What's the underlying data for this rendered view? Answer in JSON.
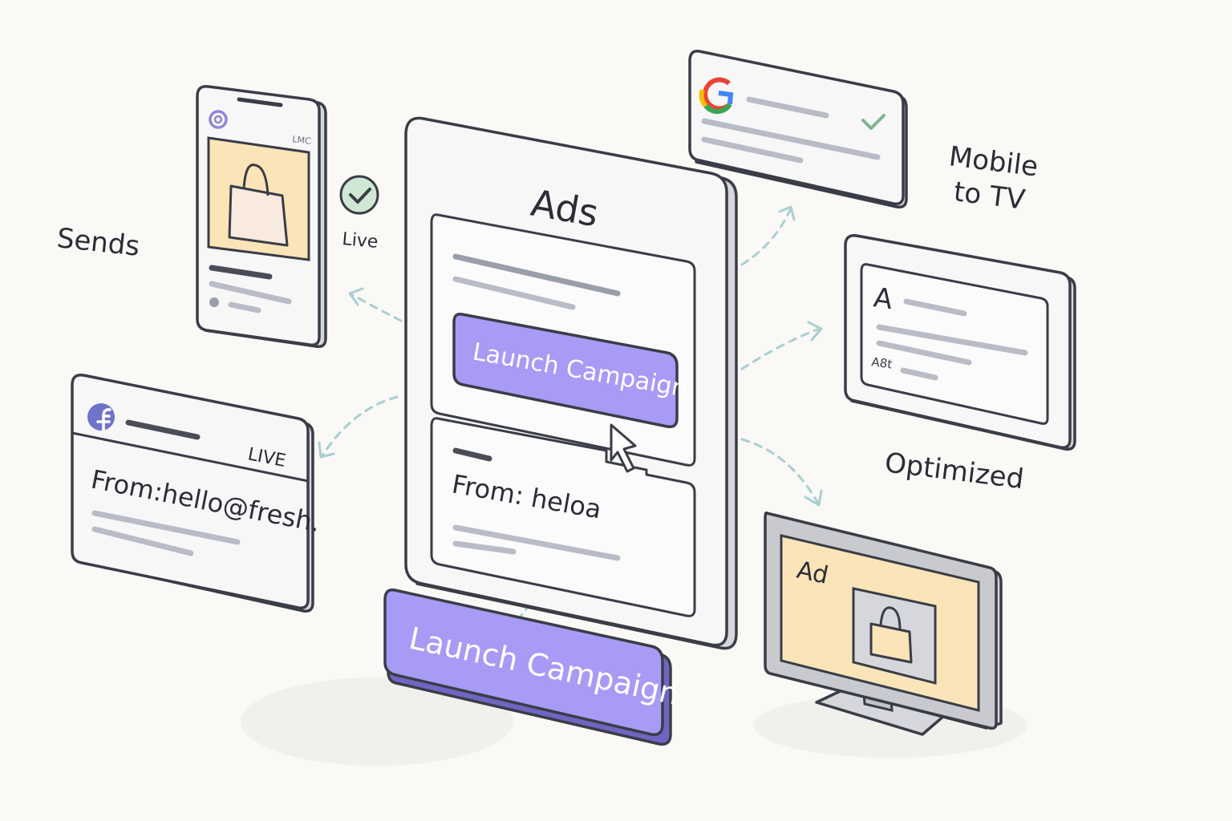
{
  "labels": {
    "sends": "Sends",
    "mobile_to_tv_line1": "Mobile",
    "mobile_to_tv_line2": "to TV",
    "optimized": "Optimized",
    "live_badge": "Live"
  },
  "main_panel": {
    "title": "Ads",
    "launch_button": "Launch Campaign",
    "from_text": "From: heloa"
  },
  "big_launch_button": {
    "label": "Launch Campaign"
  },
  "phone_card": {
    "header_tag": "LMC"
  },
  "facebook_card": {
    "status": "LIVE",
    "from_text": "From:hello@fresh."
  },
  "text_ad_card": {
    "headline_glyph": "A",
    "sub_glyph": "A8t"
  },
  "tv_card": {
    "ad_label": "Ad"
  },
  "icons": {
    "google": "google-g-icon",
    "facebook": "facebook-f-icon",
    "instagram": "instagram-icon",
    "check": "check-circle-icon",
    "cursor": "mouse-pointer-icon",
    "bag": "shopping-bag-icon"
  },
  "colors": {
    "accent": "#a79bf5",
    "connector": "#a9cfd2",
    "ad_fill": "#fbe4b8",
    "live_green": "#7fb58c"
  }
}
